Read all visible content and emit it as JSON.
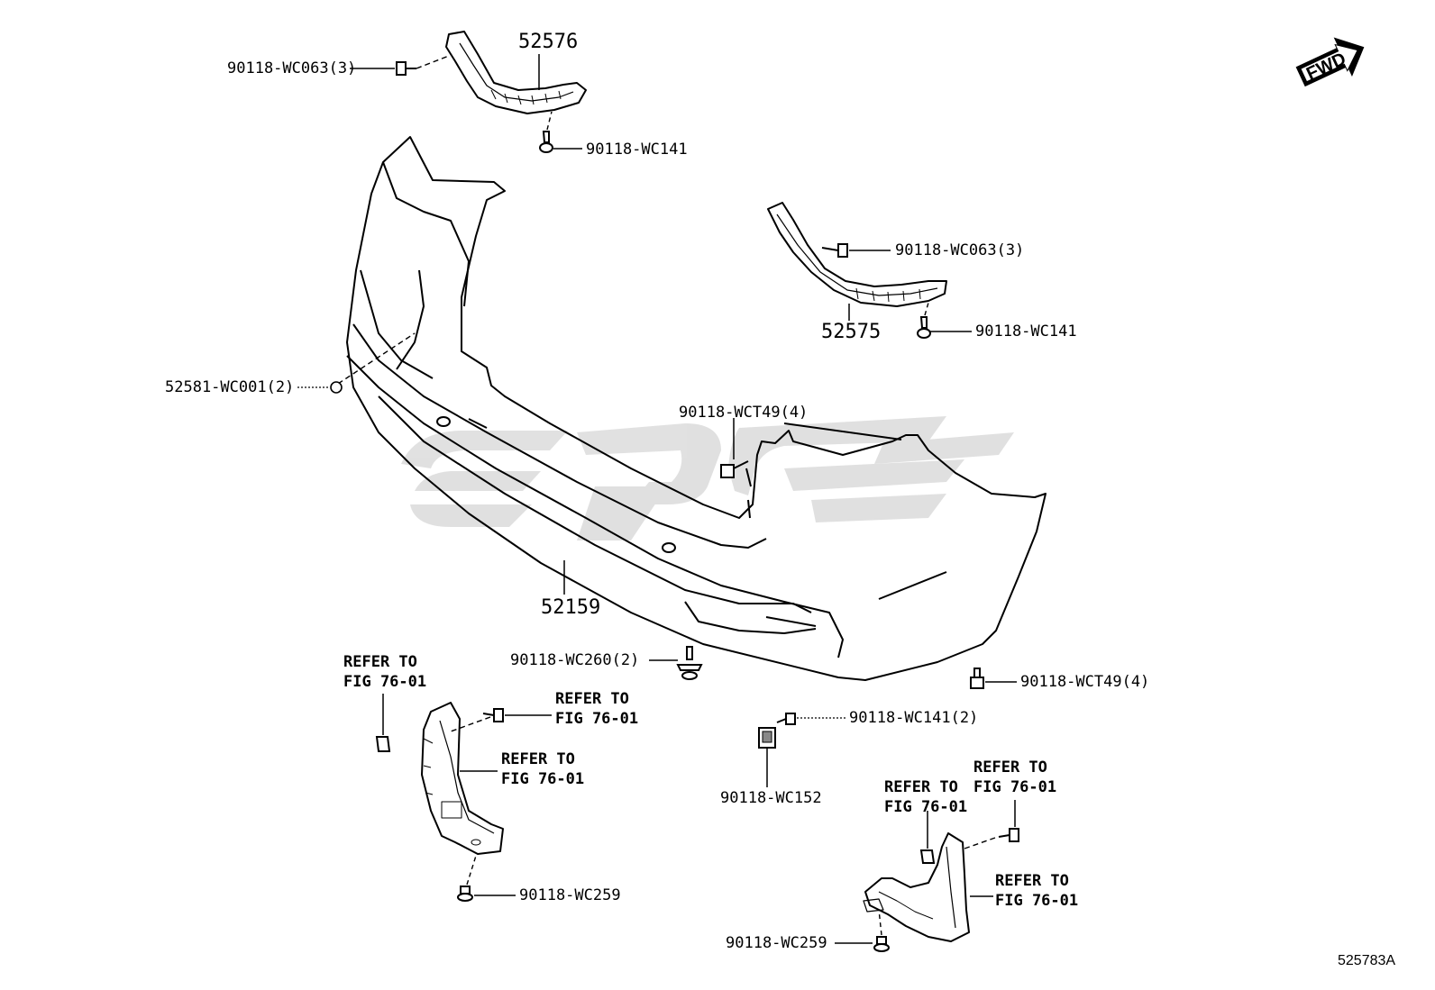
{
  "diagram": {
    "figure_id": "525783A",
    "direction_indicator": "FWD",
    "watermark_color": "#c8c8c8",
    "line_color": "#000000",
    "background_color": "#ffffff"
  },
  "labels": {
    "left_bracket_number": "52576",
    "left_bracket_screw": "90118-WC063(3)",
    "left_bracket_clip": "90118-WC141",
    "right_bracket_screw": "90118-WC063(3)",
    "right_bracket_number": "52575",
    "right_bracket_clip": "90118-WC141",
    "bumper_plug": "52581-WC001(2)",
    "bumper_bolt_top": "90118-WCT49(4)",
    "bumper_cover": "52159",
    "bumper_bolt_bottom": "90118-WCT49(4)",
    "bumper_clip_center": "90118-WC260(2)",
    "nut_screw": "90118-WC141(2)",
    "nut_clip": "90118-WC152",
    "left_mudguard_bottom": "90118-WC259",
    "right_mudguard_bottom": "90118-WC259"
  },
  "refer_notes": [
    {
      "line1": "REFER TO",
      "line2": "FIG 76-01"
    },
    {
      "line1": "REFER TO",
      "line2": "FIG 76-01"
    },
    {
      "line1": "REFER TO",
      "line2": "FIG 76-01"
    },
    {
      "line1": "REFER TO",
      "line2": "FIG 76-01"
    },
    {
      "line1": "REFER TO",
      "line2": "FIG 76-01"
    },
    {
      "line1": "REFER TO",
      "line2": "FIG 76-01"
    }
  ]
}
